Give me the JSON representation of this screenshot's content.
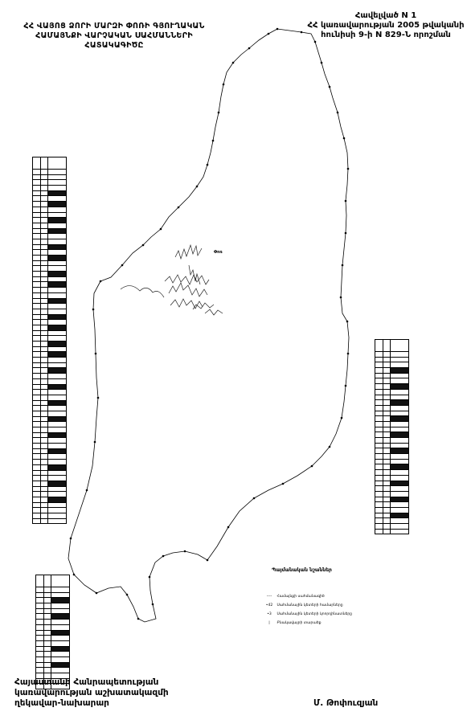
{
  "title_left": {
    "line1": "ՀՀ ՎԱՅՈՑ ՁՈՐԻ ՄԱՐԶԻ ՓՈՌԻ ԳՅՈՒՂԱԿԱՆ",
    "line2": "ՀԱՄԱՅՆՔԻ ՎԱՐՉԱԿԱՆ ՍԱՀՄԱՆՆԵՐԻ",
    "line3": "ՀԱՏԱԿԱԳԻԾԸ"
  },
  "title_right": {
    "line1": "Հավելված N 1",
    "line2": "ՀՀ կառավարության 2005 թվականի",
    "line3": "հունիսի 9-ի N 829-Ն որոշման"
  },
  "map": {
    "village_label": "Փոռ",
    "boundary_color": "#000000",
    "scatter_color": "#222222"
  },
  "legend": {
    "title": "Պայմանական նշաններ",
    "items": [
      {
        "symbol": "----",
        "label": "Համայնքի սահմանագիծ"
      },
      {
        "symbol": "•42",
        "label": "Սահմանային կետերի համարները"
      },
      {
        "symbol": "•3",
        "label": "Սահմանային կետերի կոորդինատները"
      },
      {
        "symbol": "|",
        "label": "Բնակավայրի տարածք"
      }
    ]
  },
  "footer_left": {
    "line1": "Հայաստանի Հանրապետության",
    "line2": "կառավարության աշխատակազմի",
    "line3": "ղեկավար-նախարար"
  },
  "footer_right": {
    "signature": "Մ. Թոփուզյան"
  }
}
